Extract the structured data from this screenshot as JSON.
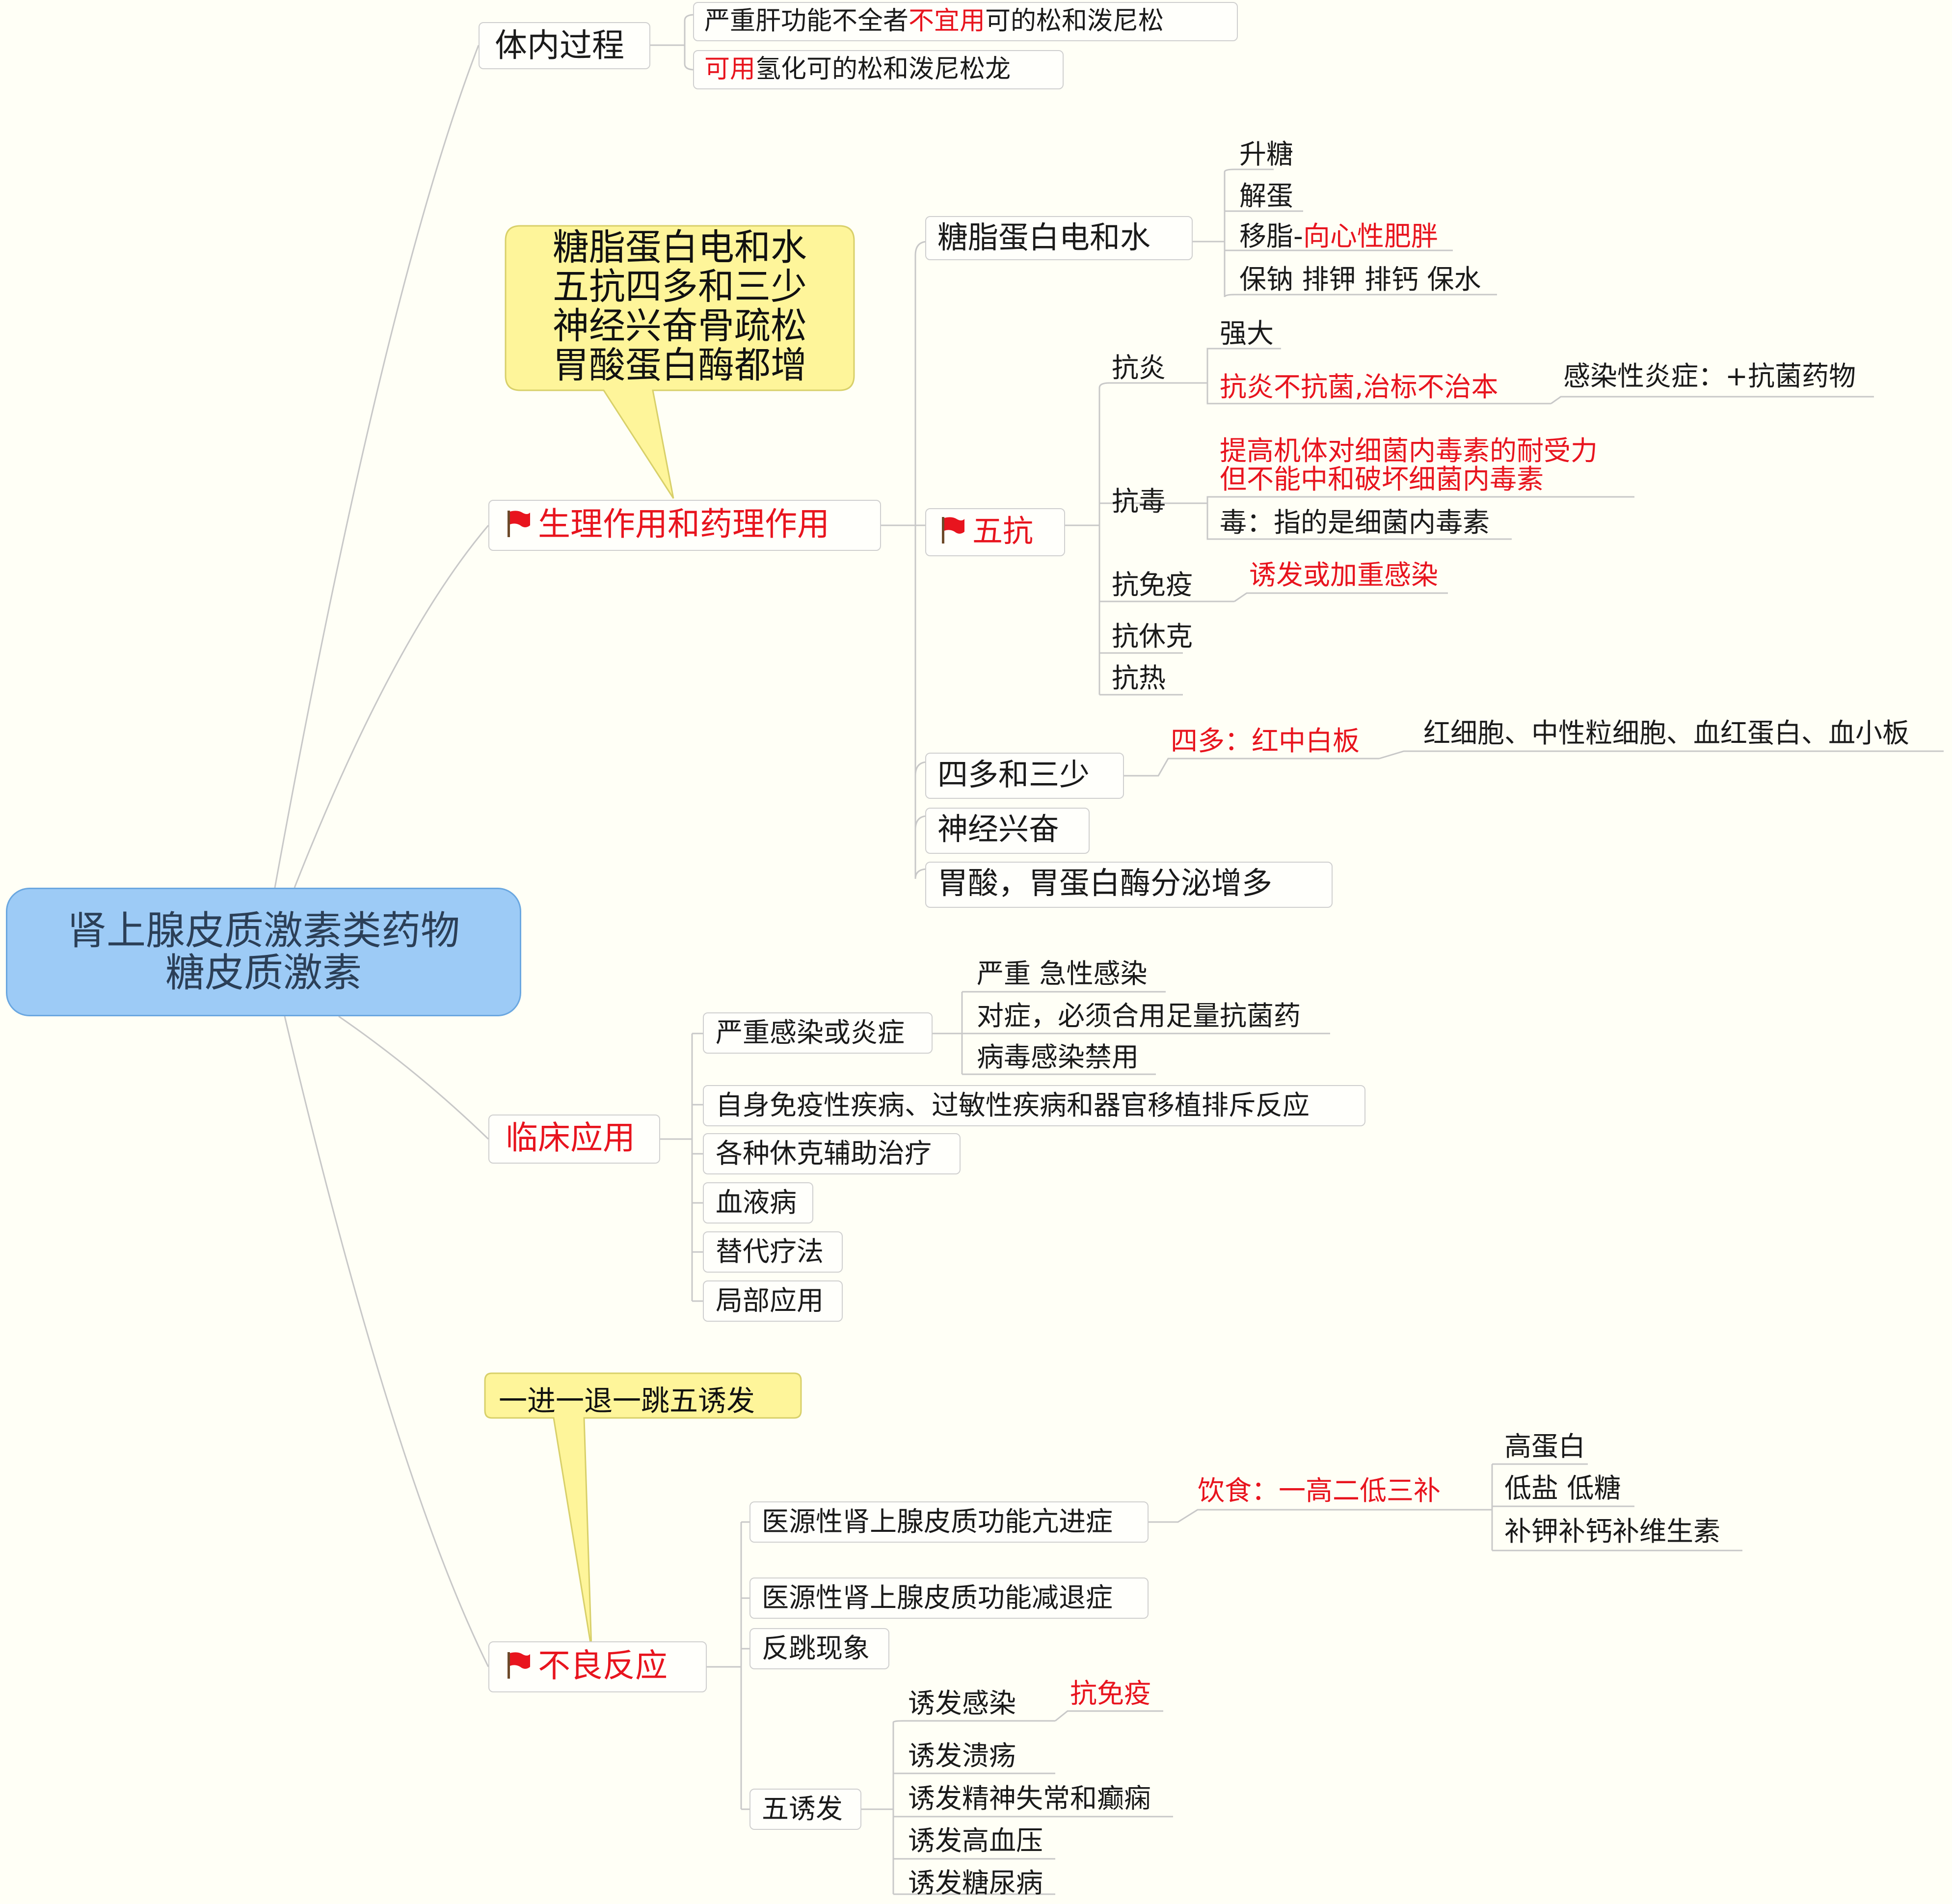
{
  "root": {
    "line1": "肾上腺皮质激素类药物",
    "line2": "糖皮质激素"
  },
  "in_vivo": {
    "title": "体内过程",
    "item1": {
      "pre": "严重肝功能不全者",
      "red": "不宜用",
      "post": "可的松和泼尼松"
    },
    "item2": {
      "red": "可用",
      "post": "氢化可的松和泼尼松龙"
    }
  },
  "callout1": {
    "lines": [
      "糖脂蛋白电和水",
      "五抗四多和三少",
      "神经兴奋骨疏松",
      "胃酸蛋白酶都增"
    ]
  },
  "actions": {
    "title": "生理作用和药理作用",
    "metabolism": {
      "title": "糖脂蛋白电和水",
      "items": [
        "升糖",
        "解蛋"
      ],
      "fat_pre": "移脂-",
      "fat_red": "向心性肥胖",
      "water": "保钠 排钾 排钙 保水"
    },
    "five_anti": {
      "title": "五抗",
      "anti_inflam": {
        "title": "抗炎",
        "strong": "强大",
        "red": "抗炎不抗菌,治标不治本",
        "infection": "感染性炎症：+抗菌药物"
      },
      "anti_toxin": {
        "title": "抗毒",
        "red1": "提高机体对细菌内毒素的耐受力",
        "red2": "但不能中和破坏细菌内毒素",
        "note": "毒：指的是细菌内毒素"
      },
      "anti_immune": {
        "title": "抗免疫",
        "red": "诱发或加重感染"
      },
      "anti_shock": "抗休克",
      "anti_heat": "抗热"
    },
    "four_more": {
      "title": "四多和三少",
      "red": "四多：红中白板",
      "detail": "红细胞、中性粒细胞、血红蛋白、血小板"
    },
    "nerve": "神经兴奋",
    "gastric": "胃酸，胃蛋白酶分泌增多"
  },
  "clinical": {
    "title": "临床应用",
    "severe": {
      "title": "严重感染或炎症",
      "items": [
        "严重 急性感染",
        "对症，必须合用足量抗菌药",
        "病毒感染禁用"
      ]
    },
    "items": [
      "自身免疫性疾病、过敏性疾病和器官移植排斥反应",
      "各种休克辅助治疗",
      "血液病",
      "替代疗法",
      "局部应用"
    ]
  },
  "callout2": {
    "text": "一进一退一跳五诱发"
  },
  "adverse": {
    "title": "不良反应",
    "hyper": {
      "title": "医源性肾上腺皮质功能亢进症",
      "diet": "饮食：一高二低三补",
      "diet_items": [
        "高蛋白",
        "低盐 低糖",
        "补钾补钙补维生素"
      ]
    },
    "hypo": "医源性肾上腺皮质功能减退症",
    "rebound": "反跳现象",
    "five_induce": {
      "title": "五诱发",
      "infection": "诱发感染",
      "infection_red": "抗免疫",
      "items": [
        "诱发溃疡",
        "诱发精神失常和癫痫",
        "诱发高血压",
        "诱发糖尿病"
      ]
    }
  },
  "colors": {
    "red": "#e8141e",
    "root_fill": "#9dcbf6",
    "callout_fill": "#fef59a",
    "line": "#c8c8c8"
  }
}
